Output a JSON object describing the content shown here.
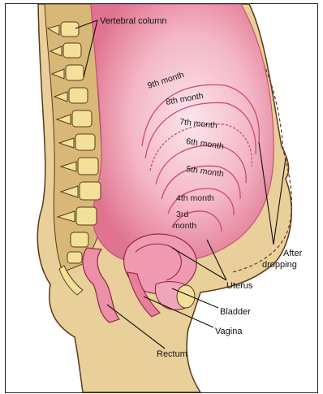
{
  "labels": {
    "vertebral_column": "Vertebral column",
    "after_dropping_1": "After",
    "after_dropping_2": "dropping",
    "uterus": "Uterus",
    "bladder": "Bladder",
    "vagina": "Vagina",
    "rectum": "Rectum"
  },
  "months": {
    "m9": "9th month",
    "m8": "8th month",
    "m7": "7th month",
    "m6": "6th month",
    "m5": "5th month",
    "m4": "4th month",
    "m3a": "3rd",
    "m3b": "month"
  },
  "colors": {
    "skin": "#e9cf9a",
    "uterus": "#f2a3b5",
    "uterus_dark": "#d4507a",
    "bone": "#f3e19a",
    "outline": "#5a3a1a"
  }
}
